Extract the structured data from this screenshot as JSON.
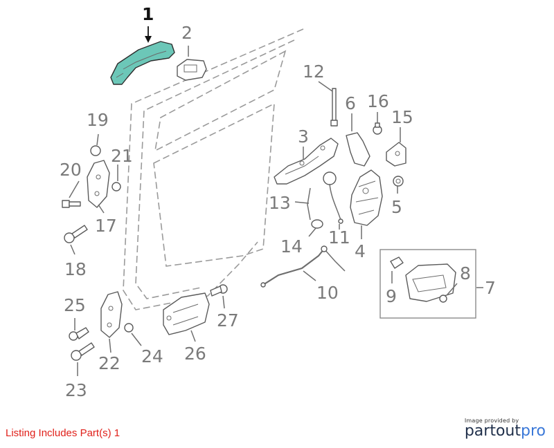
{
  "callouts": {
    "c1": "1",
    "c2": "2",
    "c3": "3",
    "c4": "4",
    "c5": "5",
    "c6": "6",
    "c7": "7",
    "c8": "8",
    "c9": "9",
    "c10": "10",
    "c11": "11",
    "c12": "12",
    "c13": "13",
    "c14": "14",
    "c15": "15",
    "c16": "16",
    "c17": "17",
    "c18": "18",
    "c19": "19",
    "c20": "20",
    "c21": "21",
    "c22": "22",
    "c23": "23",
    "c24": "24",
    "c25": "25",
    "c26": "26",
    "c27": "27"
  },
  "highlight_color": "#6cc7b8",
  "footer": {
    "listing_note": "Listing Includes Part(s) 1",
    "provided_by": "Image provided by",
    "brand_part1": "partout",
    "brand_part2": "pro"
  }
}
